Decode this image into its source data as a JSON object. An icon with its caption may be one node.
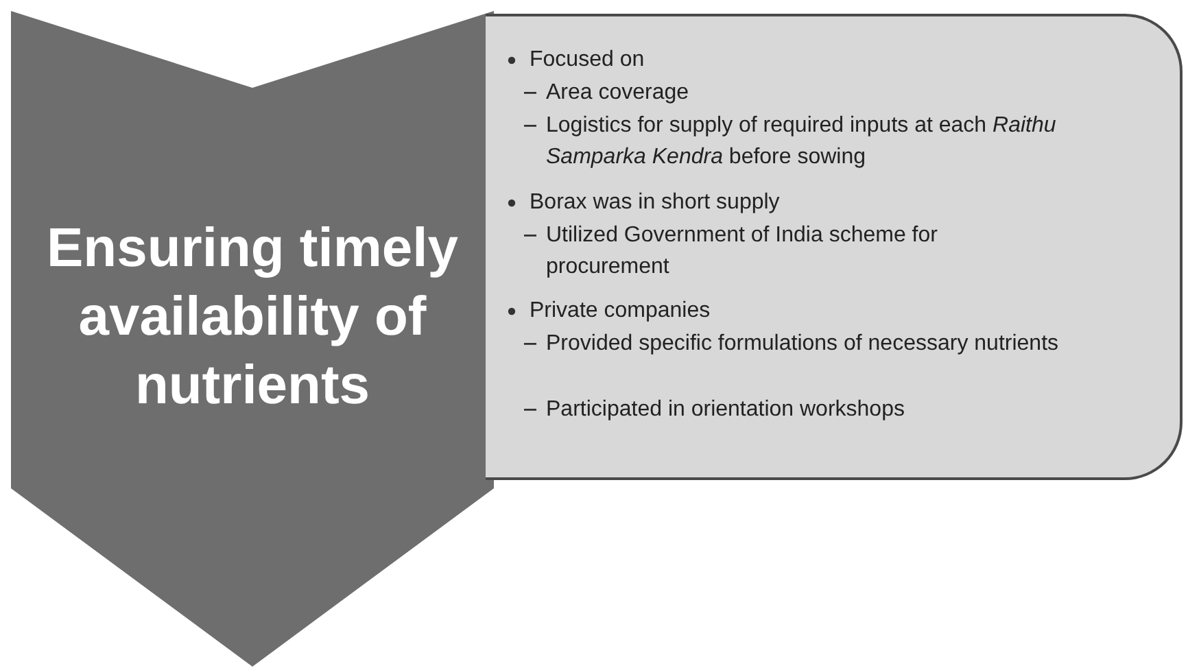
{
  "diagram": {
    "nodes": [
      {
        "text": [
          "Ensuring timely availability of nutrients"
        ]
      },
      {
        "text": [
          "Focused on",
          "Area coverage",
          "Logistics for supply of required inputs at each *Raithu Samparka Kendra* before sowing",
          "Borax was in short supply",
          "Utilized Government of India scheme for procurement",
          "Private companies",
          "Provided specific formulations of necessary nutrients",
          "Participated in orientation workshops"
        ]
      }
    ]
  }
}
